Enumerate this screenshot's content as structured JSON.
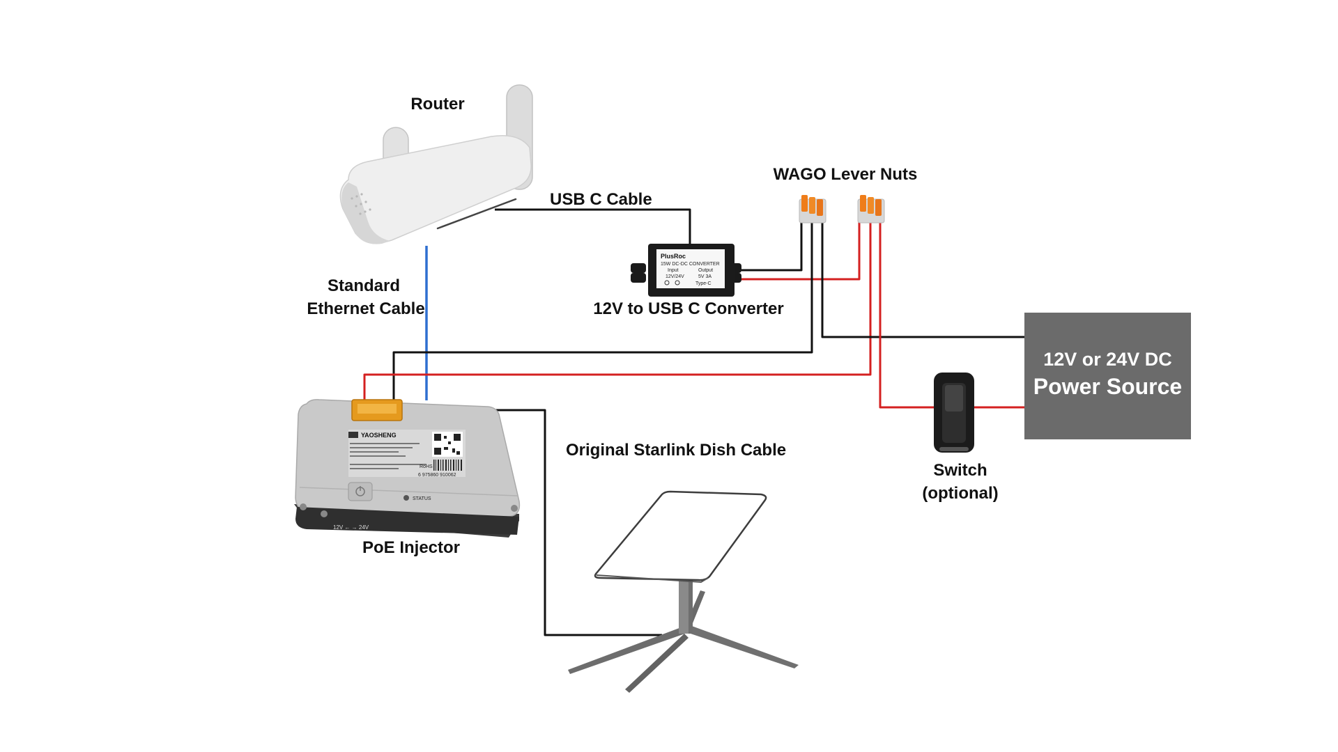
{
  "labels": {
    "router": "Router",
    "usb_c_cable": "USB C Cable",
    "wago": "WAGO Lever Nuts",
    "ethernet_line1": "Standard",
    "ethernet_line2": "Ethernet Cable",
    "converter": "12V to USB C Converter",
    "power_source_line1": "12V or 24V DC",
    "power_source_line2": "Power Source",
    "dish_cable": "Original Starlink Dish Cable",
    "switch_line1": "Switch",
    "switch_line2": "(optional)",
    "poe_injector": "PoE Injector"
  },
  "device_print": {
    "converter_brand": "PlusRoc",
    "converter_model": "15W DC-DC CONVERTER",
    "converter_input": "Input",
    "converter_output": "Output",
    "converter_in_v": "12V/24V",
    "converter_out_v": "5V 3A",
    "converter_type": "Type-C",
    "injector_brand": "YAOSHENG",
    "injector_status": "STATUS",
    "injector_volts": "12V ← → 24V",
    "injector_rohs": "RoHS",
    "injector_barcode": "6 975860 910062"
  },
  "colors": {
    "wire_black": "#111111",
    "wire_red": "#d42020",
    "wire_blue": "#2f6fd0",
    "power_box": "#6b6b6b"
  }
}
